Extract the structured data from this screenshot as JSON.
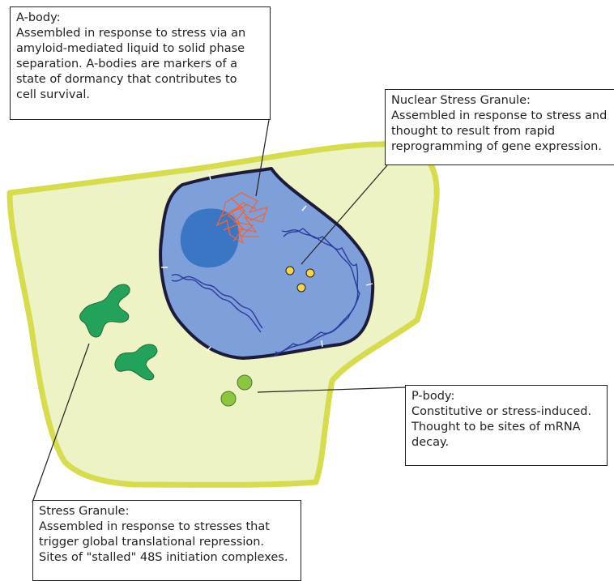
{
  "callouts": {
    "a_body": {
      "title": "A-body:",
      "lines": [
        "Assembled in response to stress via an",
        "amyloid-mediated liquid to solid phase",
        "separation. A-bodies are markers of a",
        "state of dormancy that contributes to",
        "cell survival."
      ]
    },
    "nuclear_stress_granule": {
      "title": "Nuclear Stress Granule:",
      "lines": [
        "Assembled in response to stress and",
        "thought to result from rapid",
        "reprogramming of gene expression."
      ]
    },
    "p_body": {
      "title": "P-body:",
      "lines": [
        "Constitutive or stress-induced.",
        "Thought to be sites of mRNA",
        "decay."
      ]
    },
    "stress_granule": {
      "title": "Stress Granule:",
      "lines": [
        "Assembled in response to stresses that",
        "trigger global translational repression.",
        "Sites of \"stalled\" 48S initiation complexes."
      ]
    }
  },
  "colors": {
    "cytoplasm_fill": "#eef3c5",
    "cell_membrane": "#d6dc4c",
    "nucleus_fill": "#7f9fda",
    "nuclear_envelope": "#1c1c3a",
    "nucleolus": "#3b76c4",
    "dna": "#2c3a9c",
    "a_body": "#f0643a",
    "nuclear_granule": "#f5d54a",
    "p_body": "#8cc63f",
    "stress_granule": "#22a25a",
    "outline": "#231f20"
  }
}
